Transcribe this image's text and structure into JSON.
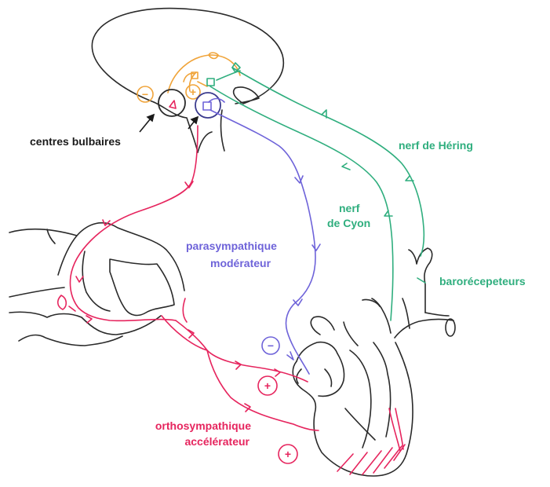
{
  "labels": {
    "centres": "centres bulbaires",
    "hering": "nerf de Héring",
    "cyon_line1": "nerf",
    "cyon_line2": "de Cyon",
    "para_line1": "parasympathique",
    "para_line2": "modérateur",
    "baro": "barorécepeteurs",
    "ortho_line1": "orthosympathique",
    "ortho_line2": "accélérateur"
  },
  "signs": {
    "minus": "−",
    "plus": "+"
  },
  "colors": {
    "outline": "#2a2a2a",
    "orthosympathetic": "#e6255e",
    "parasympathetic": "#6e63d9",
    "sensory_nerves": "#2fae7e",
    "bulbar_centres": "#f0a43a",
    "text_dark": "#1a1a1a"
  }
}
